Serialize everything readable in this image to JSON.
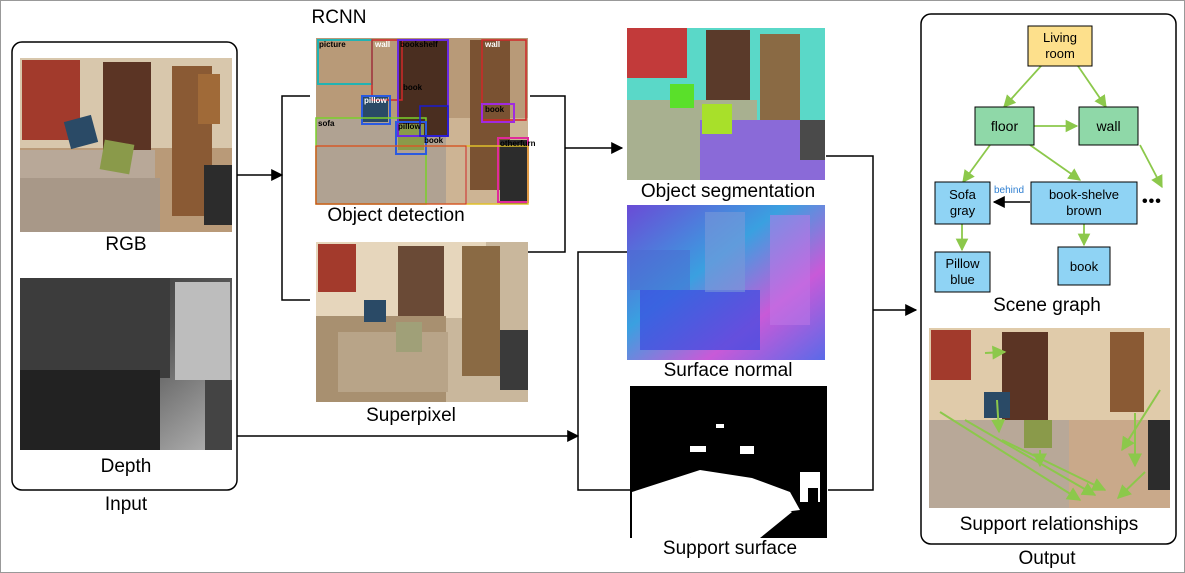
{
  "labels": {
    "rcnn": "RCNN",
    "rgb": "RGB",
    "depth": "Depth",
    "input": "Input",
    "object_detection": "Object detection",
    "superpixel": "Superpixel",
    "object_segmentation": "Object segmentation",
    "surface_normal": "Surface normal",
    "support_surface": "Support surface",
    "scene_graph": "Scene graph",
    "support_relationships": "Support relationships",
    "output": "Output"
  },
  "detection_tags": {
    "picture": "picture",
    "wall_1": "wall",
    "bookshelf": "bookshelf",
    "wall_2": "wall",
    "pillow_1": "pillow",
    "book_1": "book",
    "book_2": "book",
    "sofa": "sofa",
    "pillow_2": "pillow",
    "book_3": "book",
    "otherfurn": "otherfurn"
  },
  "scene_graph": {
    "living_room": "Living\nroom",
    "floor": "floor",
    "wall": "wall",
    "sofa": "Sofa\ngray",
    "bookshelve": "book-shelve\nbrown",
    "pillow": "Pillow\nblue",
    "book": "book",
    "behind": "behind",
    "ellipsis": "•••"
  },
  "colors": {
    "arrow": "#000000",
    "graph_edge": "#8cc84b",
    "node_yellow": "#fde08c",
    "node_green": "#8fd8a8",
    "node_blue": "#8fd3f4",
    "behind_text": "#2f7fd1"
  }
}
